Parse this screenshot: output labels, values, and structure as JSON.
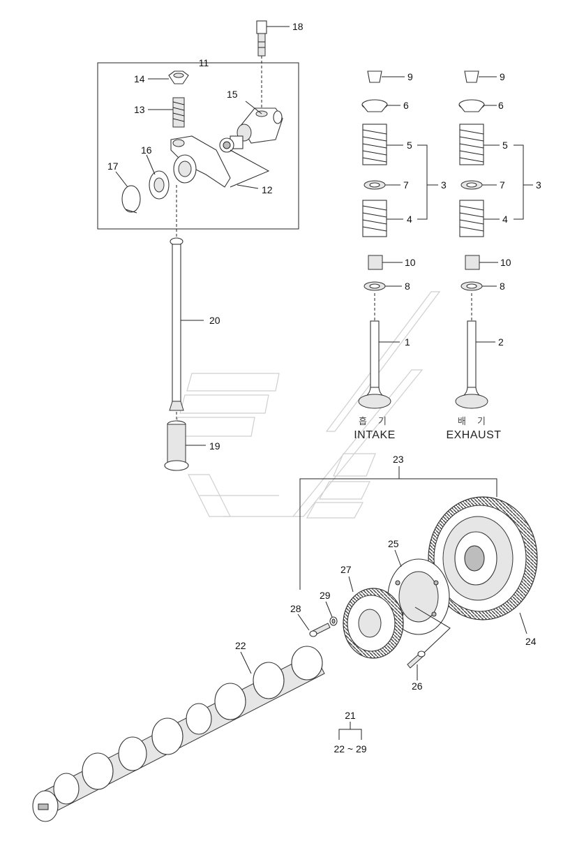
{
  "diagram": {
    "intake_caption_kr": "흡 기",
    "intake_caption": "INTAKE",
    "exhaust_caption_kr": "배 기",
    "exhaust_caption": "EXHAUST",
    "kit_number": "21",
    "kit_range": "22 ~ 29",
    "callouts": {
      "c1": "1",
      "c2": "2",
      "c3a": "3",
      "c3b": "3",
      "c4a": "4",
      "c4b": "4",
      "c5a": "5",
      "c5b": "5",
      "c6a": "6",
      "c6b": "6",
      "c7a": "7",
      "c7b": "7",
      "c8a": "8",
      "c8b": "8",
      "c9a": "9",
      "c9b": "9",
      "c10a": "10",
      "c10b": "10",
      "c11": "11",
      "c12": "12",
      "c13": "13",
      "c14": "14",
      "c15": "15",
      "c16": "16",
      "c17": "17",
      "c18": "18",
      "c19": "19",
      "c20": "20",
      "c22": "22",
      "c23": "23",
      "c24": "24",
      "c25": "25",
      "c26": "26",
      "c27": "27",
      "c28": "28",
      "c29": "29"
    }
  }
}
